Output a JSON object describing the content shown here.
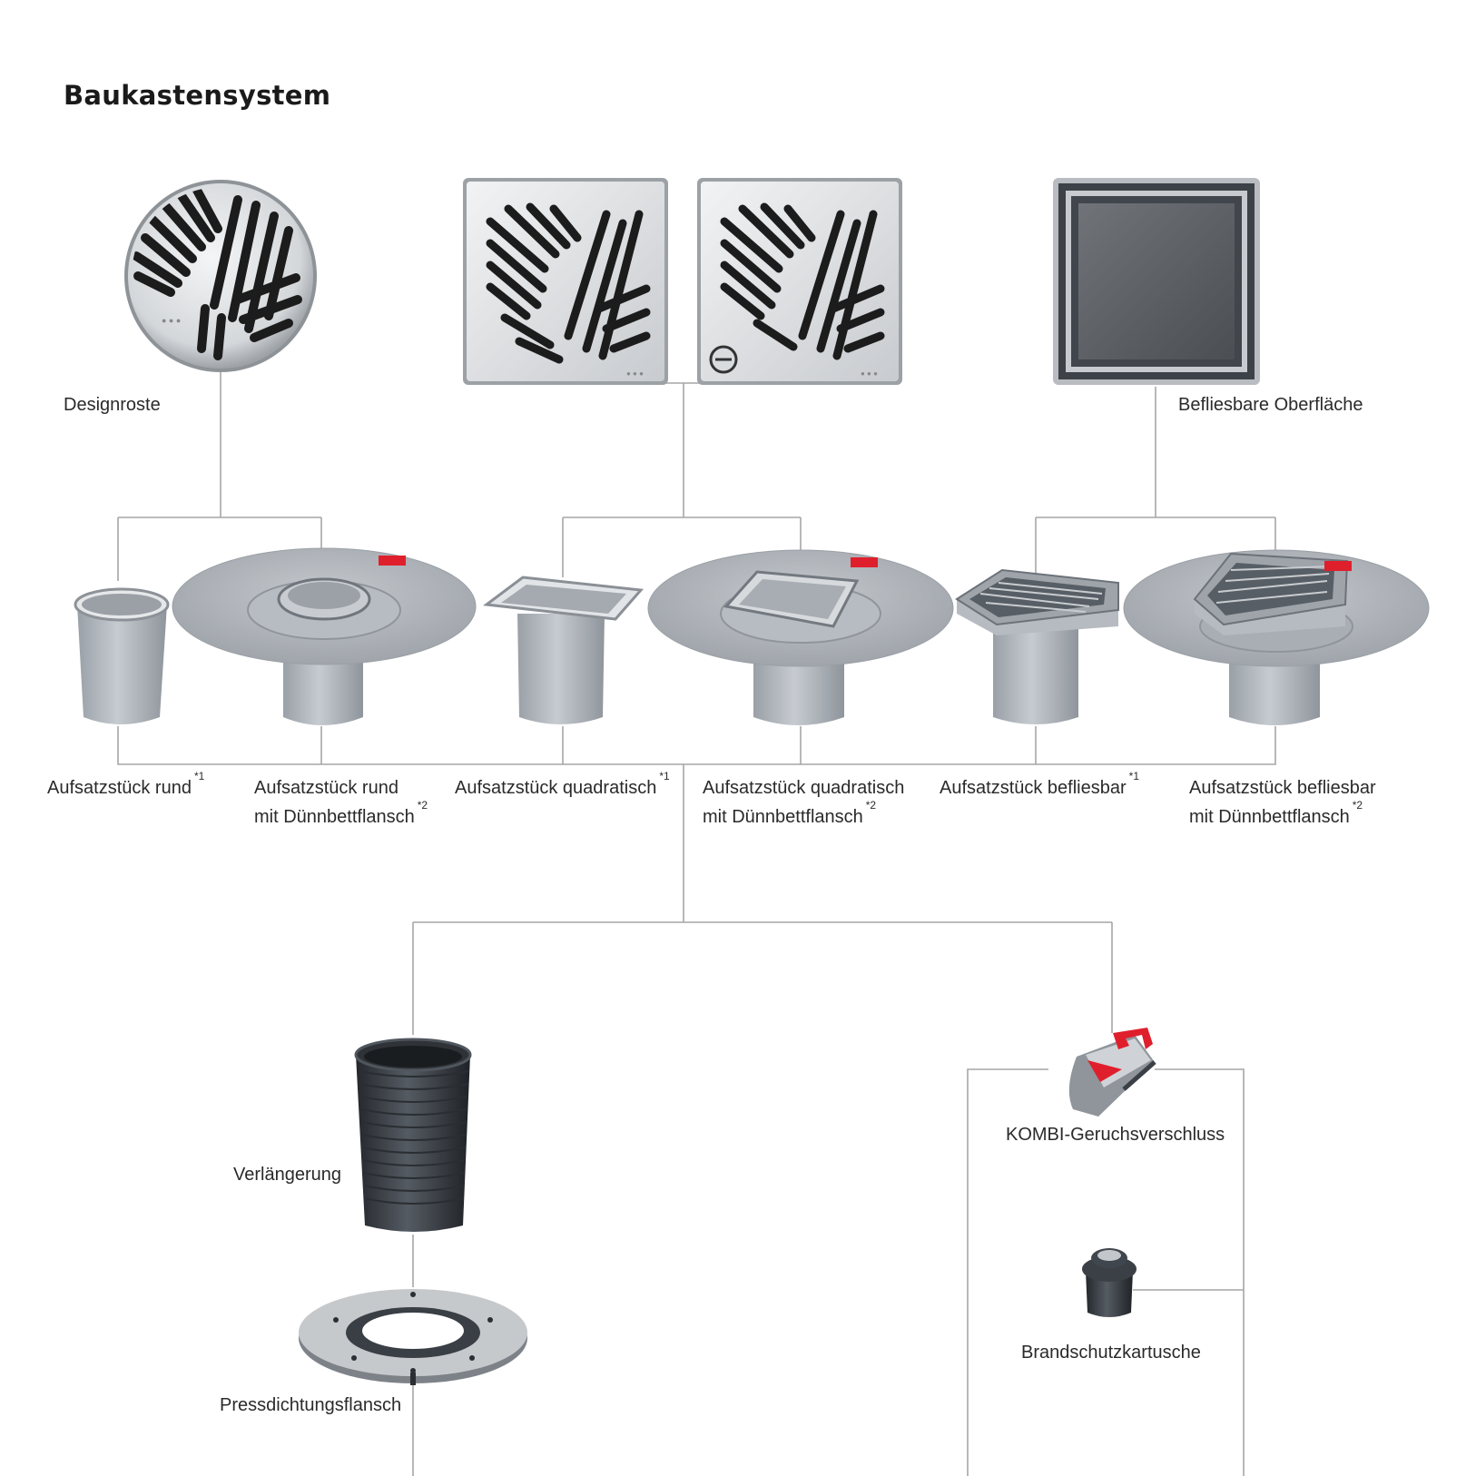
{
  "title": "Baukastensystem",
  "colors": {
    "connector": "#a6a6a6",
    "steel": "#c9ccd0",
    "grey_plastic": "#b4b9c0",
    "black_plastic": "#3a3f46",
    "accent_red": "#e01f2c"
  },
  "top": {
    "designroste": "Designroste",
    "befliesbar": "Befliesbare Oberfläche"
  },
  "components": [
    {
      "line1": "Aufsatzstück rund",
      "line2": "",
      "mark": "*1"
    },
    {
      "line1": "Aufsatzstück rund",
      "line2": "mit Dünnbettflansch",
      "mark": "*2"
    },
    {
      "line1": "Aufsatzstück quadratisch",
      "line2": "",
      "mark": "*1"
    },
    {
      "line1": "Aufsatzstück quadratisch",
      "line2": "mit Dünnbettflansch",
      "mark": "*2"
    },
    {
      "line1": "Aufsatzstück befliesbar",
      "line2": "",
      "mark": "*1"
    },
    {
      "line1": "Aufsatzstück befliesbar",
      "line2": "mit Dünnbettflansch",
      "mark": "*2"
    }
  ],
  "lower": {
    "verlaengerung": "Verlängerung",
    "pressdichtungsflansch": "Pressdichtungsflansch",
    "kombi": "KOMBI-Geruchsverschluss",
    "brandschutz": "Brandschutzkartusche"
  }
}
